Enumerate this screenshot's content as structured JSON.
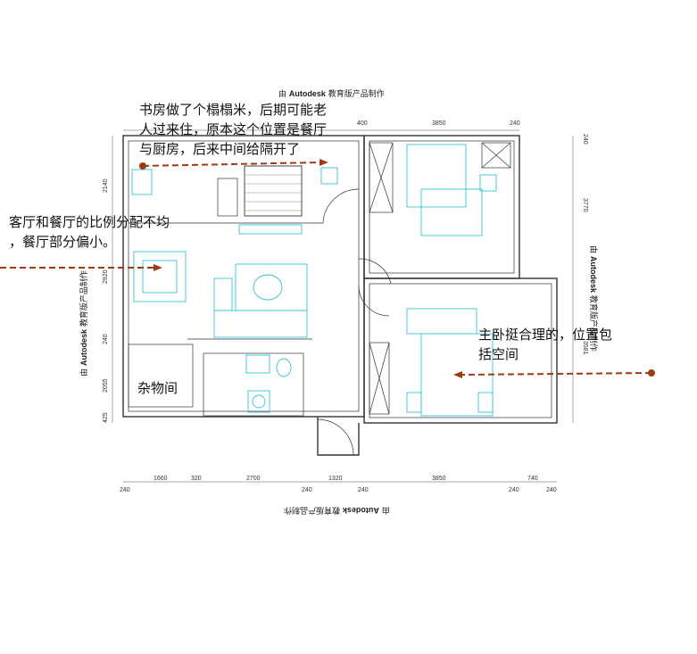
{
  "watermark": "由 Autodesk 教育版产品制作",
  "watermark_prefix": "由",
  "watermark_brand": "Autodesk",
  "watermark_suffix": "教育版产品制作",
  "notes": {
    "study_line1": "书房做了个榻榻米，后期可能老",
    "study_line2": "人过来住，原本这个位置是餐厅",
    "study_line3": "与厨房，后来中间给隔开了",
    "living_line1": "客厅和餐厅的比例分配不均",
    "living_line2": "，餐厅部分偏小。",
    "master_line1": "主卧挺合理的，位置包",
    "master_line2": "括空间"
  },
  "room_labels": {
    "storage": "杂物间"
  },
  "dimensions": {
    "top": [
      "400",
      "3850",
      "240"
    ],
    "bottom_row1": [
      "1660",
      "320",
      "2700",
      "1320",
      "3850",
      "740"
    ],
    "bottom_row2": [
      "240",
      "240",
      "240",
      "240",
      "240"
    ],
    "left": [
      "2140",
      "2920",
      "240",
      "2055",
      "425"
    ],
    "right": [
      "240",
      "3770",
      "3581"
    ]
  },
  "colors": {
    "wall": "#333333",
    "furniture": "#33c4d8",
    "annotation": "#a03a12"
  }
}
